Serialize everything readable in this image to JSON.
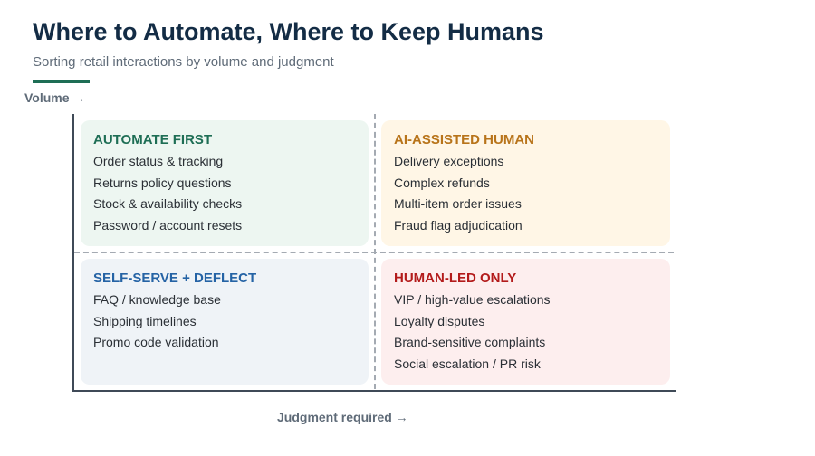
{
  "header": {
    "title": "Where to Automate, Where to Keep Humans",
    "subtitle": "Sorting retail interactions by volume and judgment"
  },
  "axes": {
    "y_label": "Volume →",
    "x_label": "Judgment required →"
  },
  "quadrants": {
    "top_left": {
      "title": "AUTOMATE FIRST",
      "items": [
        "Order status & tracking",
        "Returns policy questions",
        "Stock & availability checks",
        "Password / account resets"
      ]
    },
    "top_right": {
      "title": "AI-ASSISTED HUMAN",
      "items": [
        "Delivery exceptions",
        "Complex refunds",
        "Multi-item order issues",
        "Fraud flag adjudication"
      ]
    },
    "bottom_left": {
      "title": "SELF-SERVE + DEFLECT",
      "items": [
        "FAQ / knowledge base",
        "Shipping timelines",
        "Promo code validation"
      ]
    },
    "bottom_right": {
      "title": "HUMAN-LED ONLY",
      "items": [
        "VIP / high-value escalations",
        "Loyalty disputes",
        "Brand-sensitive complaints",
        "Social escalation / PR risk"
      ]
    }
  },
  "colors": {
    "automate_first": "#1e6e55",
    "ai_assisted_human": "#b8741a",
    "self_serve": "#2563a5",
    "human_led": "#b31b1b"
  }
}
